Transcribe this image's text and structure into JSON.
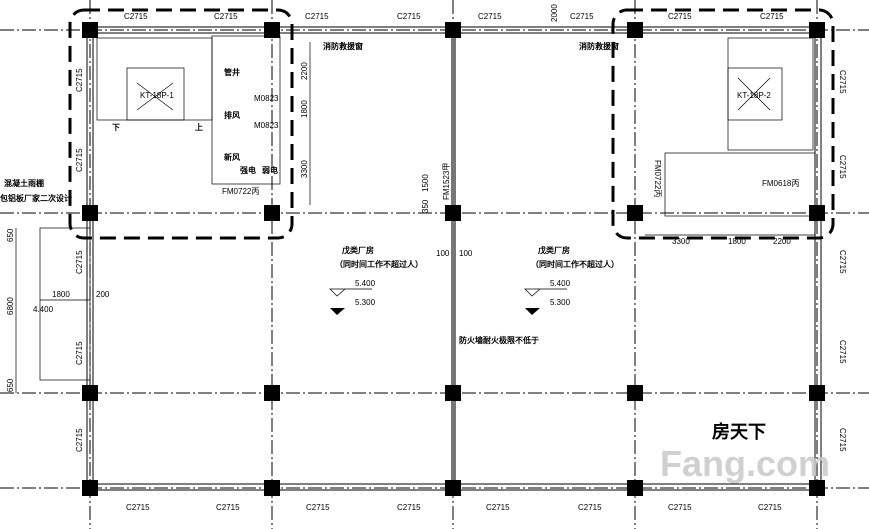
{
  "drawing": {
    "window_top": [
      "C2715",
      "C2715",
      "C2715",
      "C2715",
      "C2715",
      "C2715",
      "C2715",
      "C2715"
    ],
    "window_bottom": [
      "C2715",
      "C2715",
      "C2715",
      "C2715",
      "C2715",
      "C2715",
      "C2715",
      "C2715"
    ],
    "window_left": [
      "C2715",
      "C2715",
      "C2715",
      "C2715",
      "C2715"
    ],
    "window_right": [
      "C2715",
      "C2715",
      "C2715",
      "C2715",
      "C2715"
    ],
    "rescue_window": "消防救援窗",
    "canopy_note_1": "混凝土雨棚",
    "canopy_note_2": "包铝板厂家二次设计",
    "room_name": "戊类厂房",
    "room_note": "（同时间工作不超过人）",
    "elev_upper": "5.400",
    "elev_lower": "5.300",
    "canopy_elev": "4.400",
    "firewall_note": "防火墙耐火极限不低于",
    "wall_thickness": [
      "100",
      "100"
    ],
    "elevator_1": "KT-18P-1",
    "elevator_2": "KT-18P-2",
    "stair_down": "下",
    "stair_up": "上",
    "rooms": {
      "exhaust": "排风",
      "fresh_air": "新风",
      "strong_elec": "强电",
      "weak_elec": "弱电",
      "shaft": "管井"
    },
    "doors": {
      "m0823": "M0823",
      "fm0722": "FM0722丙",
      "fm0618": "FM0618丙",
      "fm1523": "FM1523甲"
    },
    "dims": {
      "left_core": [
        "2200",
        "1800",
        "3300"
      ],
      "right_core": [
        "3300",
        "1800",
        "2200"
      ],
      "door_dims": [
        "1500",
        "350"
      ],
      "top_dim": "2000",
      "left_side": [
        "650",
        "6800",
        "650"
      ],
      "canopy": [
        "1800",
        "200"
      ]
    },
    "watermark": {
      "brand_cn": "房天下",
      "brand_en": "Fang.com"
    }
  }
}
